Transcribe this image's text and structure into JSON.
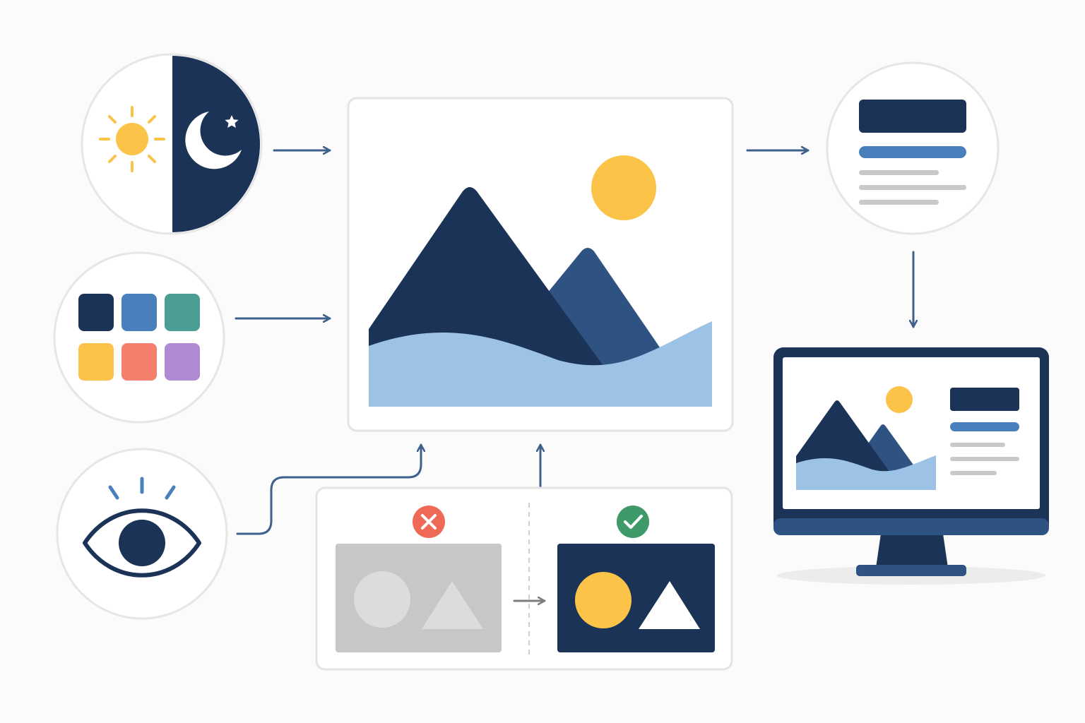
{
  "colors": {
    "background": "#fbfbfb",
    "navy": "#1b3356",
    "mid_blue": "#2e5281",
    "bright_blue": "#4a7fbd",
    "light_blue": "#9cc3e6",
    "yellow": "#fbc448",
    "teal": "#4b9e94",
    "coral": "#f47f6d",
    "purple": "#b08ad3",
    "gray_box": "#c7c7c7",
    "gray_shape": "#dcdcdc",
    "gray_line": "#c8c8c8",
    "arrow": "#3f5f8d",
    "reject_red": "#ee6a57",
    "accept_green": "#3f9a69",
    "panel_border": "#e4e4e4",
    "circle_border": "#e6e6e6"
  },
  "icons": {
    "theme_toggle": [
      "sun-icon",
      "crescent-moon-icon",
      "star-icon"
    ],
    "palette": [
      "color-swatch-navy",
      "color-swatch-blue",
      "color-swatch-teal",
      "color-swatch-yellow",
      "color-swatch-coral",
      "color-swatch-purple"
    ],
    "visibility": "eye-icon",
    "hero_image": "landscape-image-icon",
    "text_content": "text-lines-icon",
    "contrast_check": [
      "reject-x-icon",
      "accept-check-icon"
    ],
    "output": "desktop-monitor-icon"
  }
}
